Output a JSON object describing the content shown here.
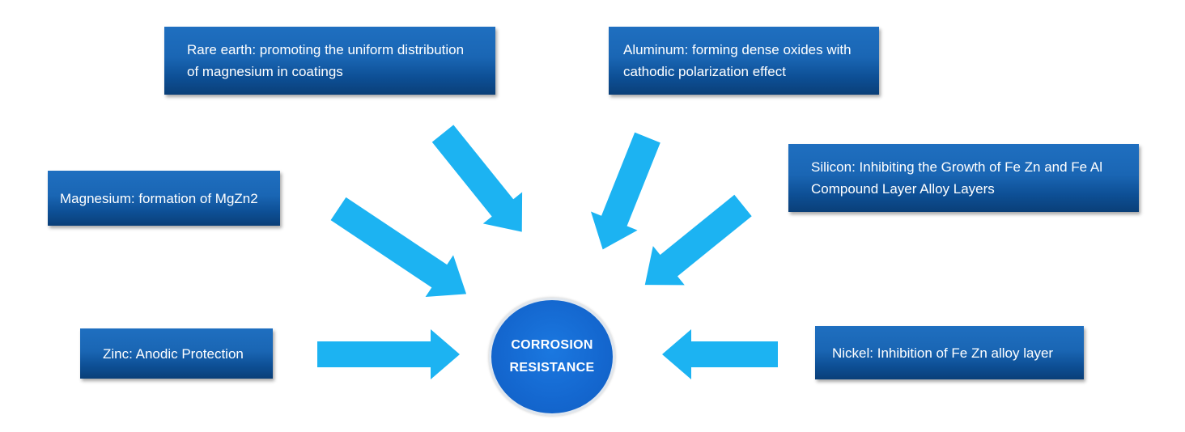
{
  "center": {
    "line1": "CORROSION",
    "line2": "RESISTANCE"
  },
  "factors": {
    "rare_earth": {
      "line1": "Rare earth: promoting the uniform distribution",
      "line2": "of magnesium in coatings"
    },
    "aluminum": {
      "line1": "Aluminum: forming dense oxides with",
      "line2": "cathodic polarization effect"
    },
    "silicon": {
      "line1": "Silicon: Inhibiting the Growth of Fe Zn and Fe Al",
      "line2": "Compound Layer Alloy Layers"
    },
    "magnesium": {
      "line1": "Magnesium: formation of MgZn2"
    },
    "zinc": {
      "line1": "Zinc: Anodic Protection"
    },
    "nickel": {
      "line1": "Nickel: Inhibition of Fe Zn alloy layer"
    }
  },
  "colors": {
    "arrow": "#1cb3f2",
    "box": "#1a66b4",
    "circle": "#1467cf"
  }
}
